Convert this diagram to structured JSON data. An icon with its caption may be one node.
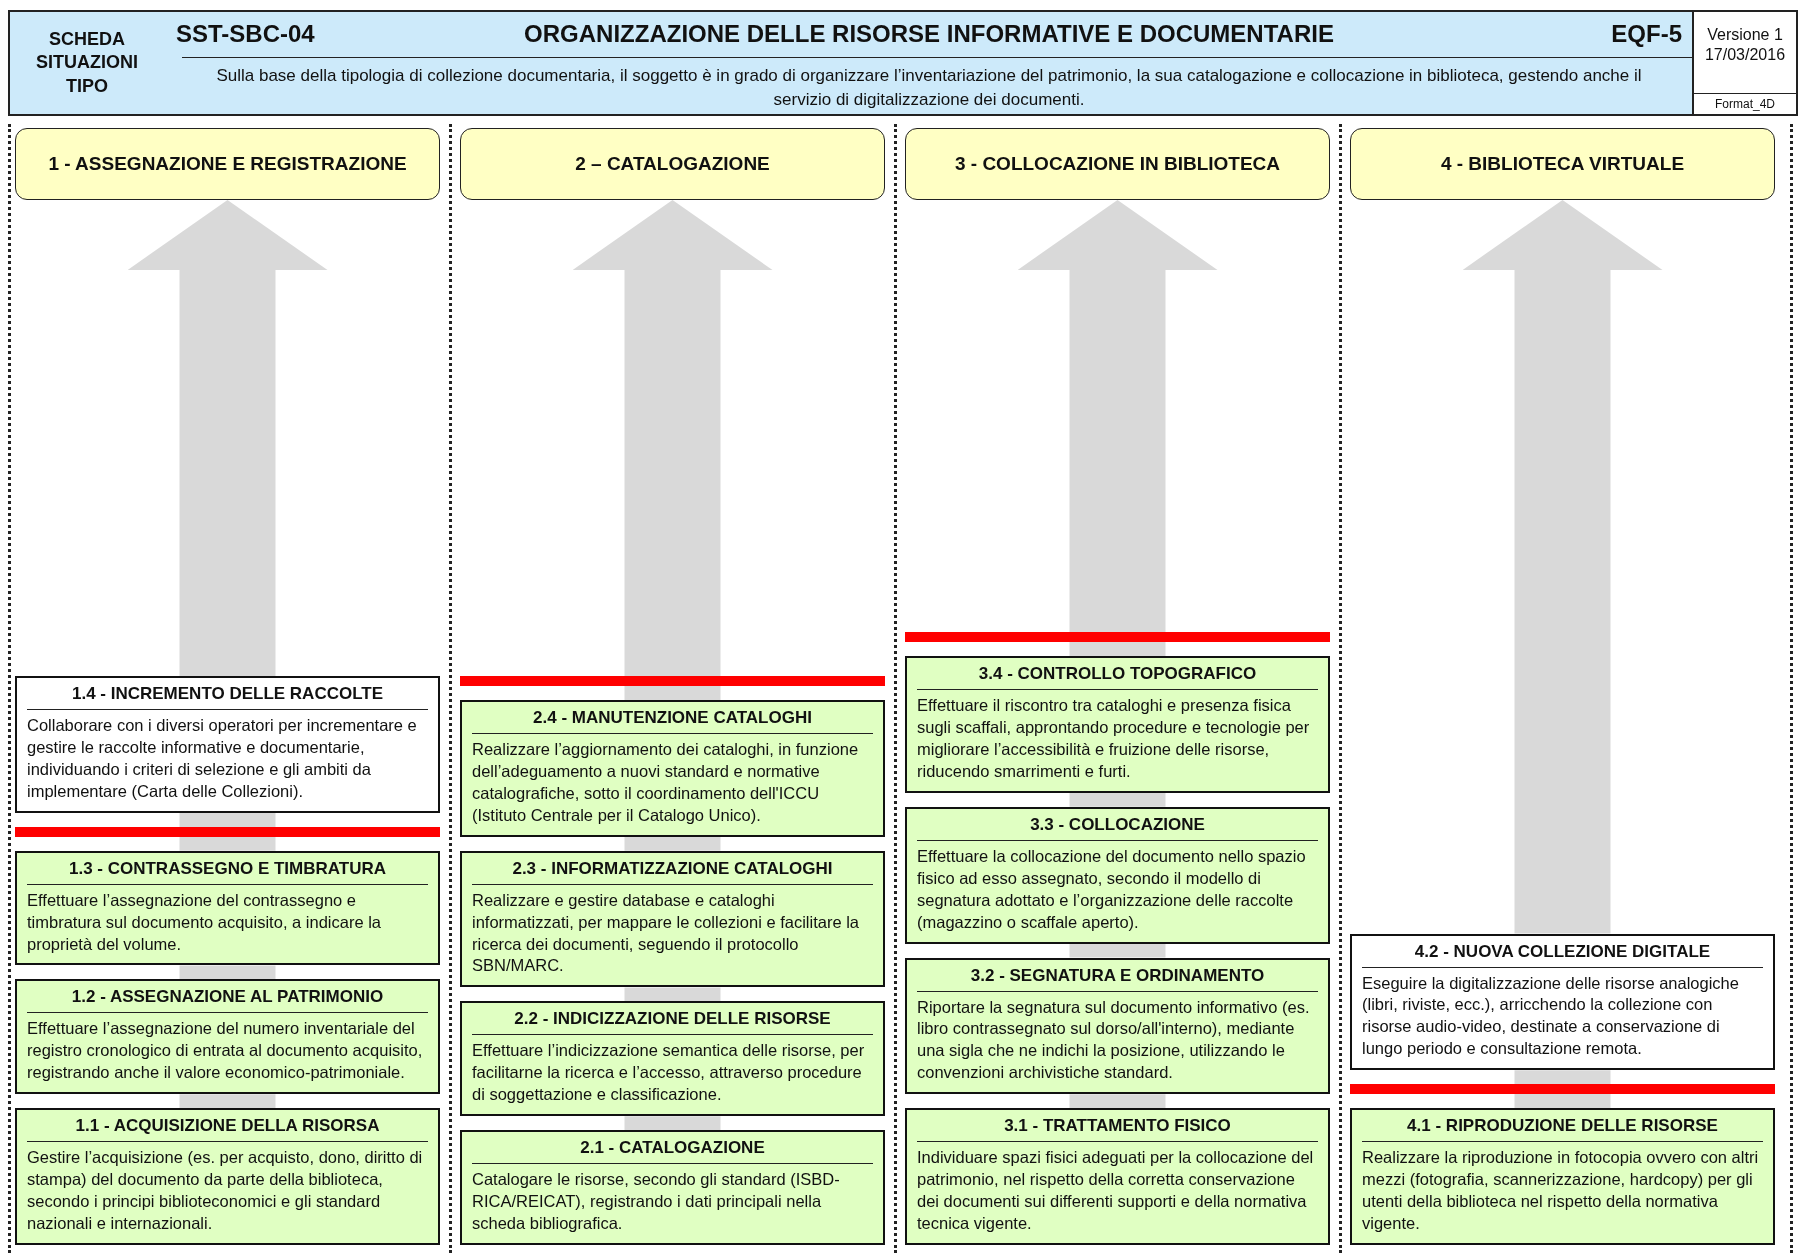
{
  "diagram": {
    "nodes": [
      {
        "text": [
          "SCHEDA SITUAZIONI TIPO"
        ]
      },
      {
        "text": [
          "SST-SBC-04",
          "ORGANIZZAZIONE DELLE RISORSE INFORMATIVE E DOCUMENTARIE",
          "EQF-5",
          "Sulla base della tipologia di collezione documentaria, il soggetto è in grado di  organizzare l’inventariazione del patrimonio, la sua catalogazione e collocazione in biblioteca, gestendo anche il servizio di digitalizzazione dei documenti."
        ]
      },
      {
        "text": [
          "Versione 1",
          "17/03/2016",
          "Format_4D"
        ]
      },
      {
        "text": [
          "1 - ASSEGNAZIONE E REGISTRAZIONE"
        ]
      },
      {
        "text": [
          "2 – CATALOGAZIONE"
        ]
      },
      {
        "text": [
          "3 - COLLOCAZIONE IN BIBLIOTECA"
        ]
      },
      {
        "text": [
          "4 - BIBLIOTECA VIRTUALE"
        ]
      },
      {
        "text": [
          "1.4 - INCREMENTO DELLE RACCOLTE",
          "Collaborare con i diversi operatori per incrementare e gestire le raccolte informative e documentarie, individuando i criteri di selezione e gli ambiti da implementare (Carta delle Collezioni)."
        ]
      },
      {
        "text": [
          "1.3 - CONTRASSEGNO E TIMBRATURA",
          "Effettuare l’assegnazione del contrassegno e timbratura sul documento acquisito, a indicare la proprietà del volume."
        ]
      },
      {
        "text": [
          "1.2 - ASSEGNAZIONE AL PATRIMONIO",
          "Effettuare l’assegnazione del numero inventariale del registro cronologico di entrata al documento acquisito, registrando anche il valore economico-patrimoniale."
        ]
      },
      {
        "text": [
          "1.1 - ACQUISIZIONE DELLA RISORSA",
          "Gestire l’acquisizione (es. per acquisto, dono, diritto di stampa) del documento da parte della biblioteca, secondo i principi biblioteconomici e gli standard nazionali e internazionali."
        ]
      },
      {
        "text": [
          "2.4 - MANUTENZIONE CATALOGHI",
          "Realizzare l’aggiornamento dei cataloghi, in funzione dell’adeguamento a nuovi standard e normative catalografiche, sotto il coordinamento dell'ICCU (Istituto Centrale per il Catalogo Unico)."
        ]
      },
      {
        "text": [
          "2.3 - INFORMATIZZAZIONE CATALOGHI",
          "Realizzare e gestire database e cataloghi informatizzati, per mappare le collezioni e facilitare la ricerca dei documenti, seguendo il protocollo SBN/MARC."
        ]
      },
      {
        "text": [
          "2.2 - INDICIZZAZIONE DELLE RISORSE",
          "Effettuare l’indicizzazione semantica delle risorse, per facilitarne la ricerca e l’accesso, attraverso procedure di soggettazione e classificazione."
        ]
      },
      {
        "text": [
          "2.1 - CATALOGAZIONE",
          "Catalogare le risorse, secondo gli standard (ISBD-RICA/REICAT), registrando i dati principali nella scheda bibliografica."
        ]
      },
      {
        "text": [
          "3.4 - CONTROLLO TOPOGRAFICO",
          "Effettuare il riscontro tra cataloghi e presenza fisica sugli scaffali, approntando procedure e tecnologie per migliorare l’accessibilità e fruizione delle risorse, riducendo smarrimenti e furti."
        ]
      },
      {
        "text": [
          "3.3 - COLLOCAZIONE",
          "Effettuare la collocazione del documento nello spazio fisico ad esso assegnato, secondo il modello di segnatura adottato e l’organizzazione delle raccolte (magazzino o scaffale aperto)."
        ]
      },
      {
        "text": [
          "3.2 - SEGNATURA E ORDINAMENTO",
          "Riportare la segnatura sul documento informativo (es. libro contrassegnato sul dorso/all'interno), mediante una sigla che ne indichi la posizione, utilizzando le convenzioni archivistiche standard."
        ]
      },
      {
        "text": [
          "3.1 - TRATTAMENTO FISICO",
          "Individuare spazi fisici adeguati per la collocazione del patrimonio, nel rispetto della corretta conservazione dei documenti sui differenti supporti e della normativa tecnica vigente."
        ]
      },
      {
        "text": [
          "4.2 - NUOVA COLLEZIONE DIGITALE",
          "Eseguire la digitalizzazione delle risorse analogiche (libri, riviste, ecc.), arricchendo la collezione con risorse audio-video, destinate a conservazione di lungo periodo e consultazione remota."
        ]
      },
      {
        "text": [
          "4.1 - RIPRODUZIONE DELLE RISORSE",
          "Realizzare la riproduzione in fotocopia ovvero con altri mezzi (fotografia, scannerizzazione, hardcopy) per gli utenti della biblioteca nel rispetto della normativa vigente."
        ]
      }
    ],
    "edges": [
      {
        "from": 10,
        "to": 9,
        "arrow": "none"
      },
      {
        "from": 9,
        "to": 8,
        "arrow": "none"
      },
      {
        "from": 8,
        "to": 7,
        "arrow": "none"
      },
      {
        "from": 7,
        "to": 3,
        "arrow": "to"
      },
      {
        "from": 14,
        "to": 13,
        "arrow": "none"
      },
      {
        "from": 13,
        "to": 12,
        "arrow": "none"
      },
      {
        "from": 12,
        "to": 11,
        "arrow": "none"
      },
      {
        "from": 11,
        "to": 4,
        "arrow": "to"
      },
      {
        "from": 18,
        "to": 17,
        "arrow": "none"
      },
      {
        "from": 17,
        "to": 16,
        "arrow": "none"
      },
      {
        "from": 16,
        "to": 15,
        "arrow": "none"
      },
      {
        "from": 15,
        "to": 5,
        "arrow": "to"
      },
      {
        "from": 20,
        "to": 19,
        "arrow": "none"
      },
      {
        "from": 19,
        "to": 6,
        "arrow": "to"
      }
    ]
  }
}
